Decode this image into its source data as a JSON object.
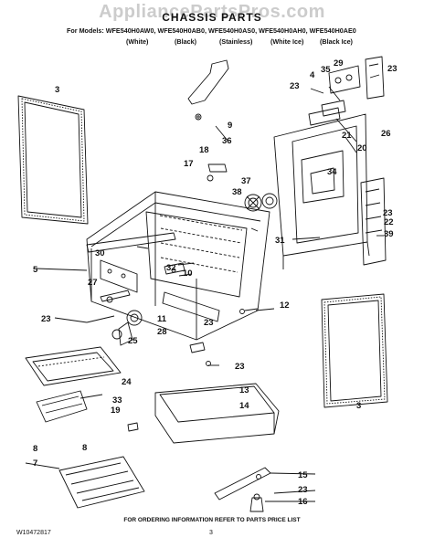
{
  "watermark": "AppliancePartsPros.com",
  "title": "CHASSIS PARTS",
  "models_line": "For Models: WFE540H0AW0, WFE540H0AB0, WFE540H0AS0, WFE540H0AH0, WFE540H0AE0",
  "colors": [
    "(White)",
    "(Black)",
    "(Stainless)",
    "(White Ice)",
    "(Black Ice)"
  ],
  "callouts": {
    "c3a": "3",
    "c3b": "3",
    "c5": "5",
    "c7": "7",
    "c8a": "8",
    "c8b": "8",
    "c9": "9",
    "c10": "10",
    "c11": "11",
    "c12": "12",
    "c13": "13",
    "c14": "14",
    "c15": "15",
    "c16": "16",
    "c17": "17",
    "c18": "18",
    "c19": "19",
    "c20": "20",
    "c21": "21",
    "c22": "22",
    "c23a": "23",
    "c23b": "23",
    "c23c": "23",
    "c23d": "23",
    "c23e": "23",
    "c23f": "23",
    "c23g": "23",
    "c24": "24",
    "c25": "25",
    "c26": "26",
    "c27": "27",
    "c28": "28",
    "c29": "29",
    "c30": "30",
    "c31": "31",
    "c32": "32",
    "c33": "33",
    "c34": "34",
    "c35": "35",
    "c36": "36",
    "c37": "37",
    "c38": "38",
    "c39": "39",
    "c4": "4"
  },
  "footer": "FOR ORDERING INFORMATION REFER TO PARTS PRICE LIST",
  "doc_id": "W10472817",
  "page_number": "3"
}
